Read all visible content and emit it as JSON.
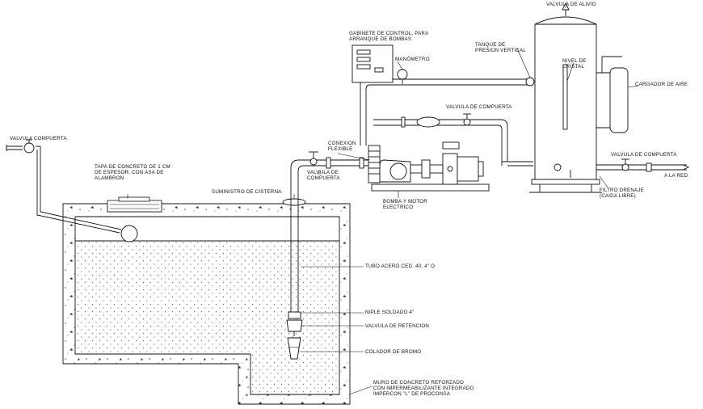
{
  "labels": {
    "valvula_alivio": "VALVULA DE ALIVIO",
    "gabinete": "GABINETE DE CONTROL, PARA\nARRANQUE DE BOMBAS",
    "tanque": "TANQUE DE\nPRESION VERTICAL",
    "manometro": "MANÓMETRO",
    "nivel": "NIVEL DE\nCRISTAL",
    "cargador": "CARGADOR DE AIRE",
    "valvula_compuerta_sup": "VALVULA DE COMPUERTA",
    "valvula_compuerta_izq": "VALVULA COMPUERTA",
    "conexion_flexible": "CONEXION\nFLEXIBLE",
    "valvula_compuerta_bomba": "VALVULA DE\nCOMPUERTA",
    "valvula_compuerta_der": "VALVULA DE COMPUERTA",
    "a_la_red": "A LA RED",
    "filtro_drenaje": "FILTRO DRENAJE\n(CAIDA LIBRE)",
    "bomba_motor": "BOMBA Y MOTOR\nELECTRICO",
    "tapa": "TAPA DE CONCRETO DE 1 CM\nDE ESPESOR, CON ASA DE\nALAMBRON",
    "suministro": "SUMINISTRO DE CISTERNA",
    "tubo_acero": "TUBO ACERO CED. 40, 4\" O",
    "niple": "NIPLE SOLDADO 4\"",
    "valvula_retencion": "VALVULA DE RETENCION",
    "colador": "COLADOR DE BROMO",
    "muro": "MURO DE CONCRETO REFORZADO\nCON IMPERMEABILIZANTE INTEGRADO\nIMPERCON \"L\" DE PROCONSA"
  },
  "colors": {
    "line": "#111111",
    "fill": "#ffffff"
  }
}
